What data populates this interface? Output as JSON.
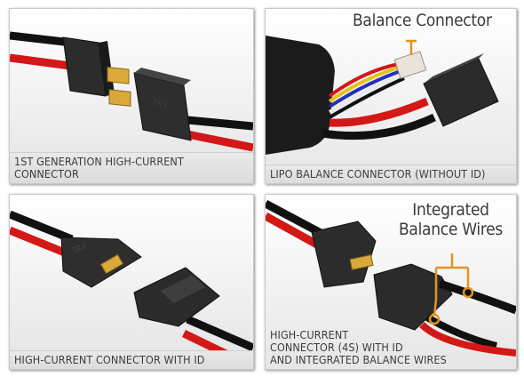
{
  "panels": [
    {
      "caption": "1ST GENERATION HIGH-CURRENT CONNECTOR"
    },
    {
      "caption": "LIPO BALANCE CONNECTOR (WITHOUT ID)",
      "callout": "Balance Connector"
    },
    {
      "caption": "HIGH-CURRENT CONNECTOR WITH ID"
    },
    {
      "caption": "HIGH-CURRENT\nCONNECTOR (4S) WITH ID\nAND INTEGRATED BALANCE WIRES",
      "callout": "Integrated\nBalance Wires"
    }
  ],
  "colors": {
    "callout_line": "#e39320",
    "wire_red": "#d41717",
    "wire_black": "#111111",
    "connector": "#2b2b2b",
    "contacts_gold": "#d9a93a"
  }
}
